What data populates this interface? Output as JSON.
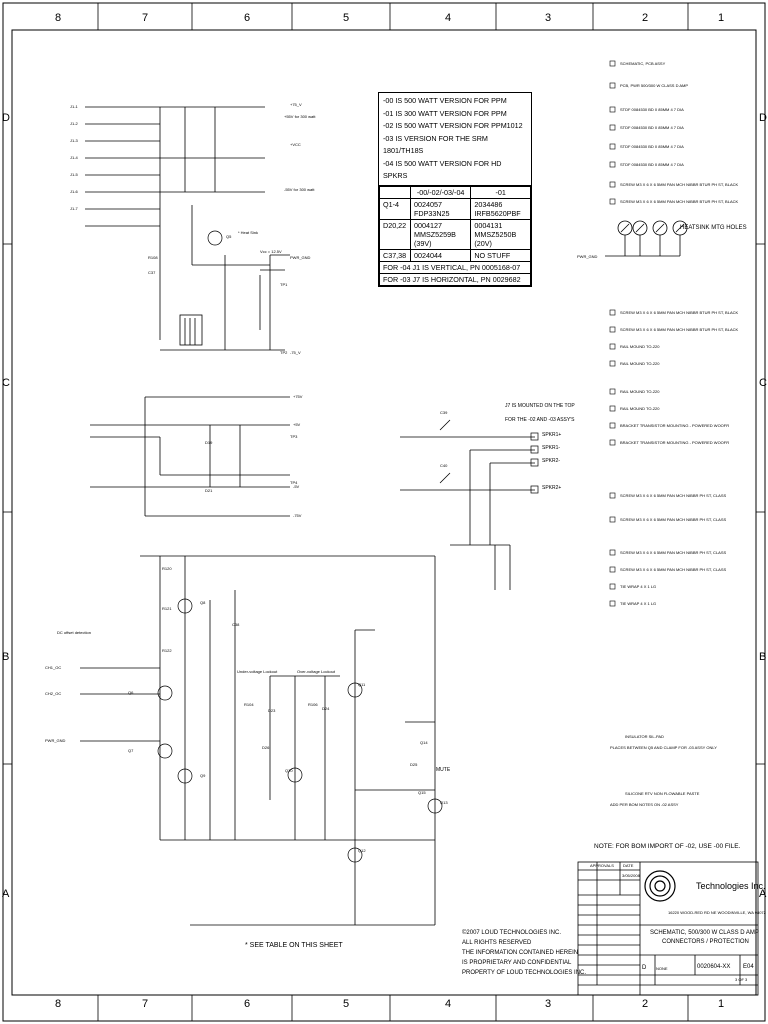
{
  "zones": {
    "columns": [
      "8",
      "7",
      "6",
      "5",
      "4",
      "3",
      "2",
      "1"
    ],
    "rows": [
      "D",
      "C",
      "B",
      "A"
    ]
  },
  "version_table": {
    "notes": [
      "-00 IS 500 WATT VERSION FOR PPM",
      "-01 IS 300 WATT VERSION FOR PPM",
      "-02 IS 500 WATT VERSION FOR PPM1012",
      "-03 IS VERSION FOR THE SRM 1801/TH18S",
      "-04 IS 500 WATT VERSION FOR HD SPKRS"
    ],
    "header": [
      "",
      "-00/-02/-03/-04",
      "-01"
    ],
    "rows": [
      {
        "ref": "Q1-4",
        "a1": "0024057",
        "a2": "FDP33N25",
        "b1": "2034486",
        "b2": "IRFB5620PBF"
      },
      {
        "ref": "D20,22",
        "a1": "0004127",
        "a2": "MMSZ5259B (39V)",
        "b1": "0004131",
        "b2": "MMSZ5250B (20V)"
      },
      {
        "ref": "C37,38",
        "a1": "0024044",
        "a2": "",
        "b1": "NO STUFF",
        "b2": ""
      }
    ],
    "footer": [
      "FOR -04 J1 IS VERTICAL, PN 0005168-07",
      "FOR -03 J7 IS HORIZONTAL, PN 0029682"
    ]
  },
  "labels": {
    "heatsink": "HEATSINK MTG HOLES",
    "j7_note": [
      "J7 IS MOUNTED ON THE TOP",
      "FOR THE -02 AND -03 ASSY'S"
    ],
    "spk": [
      "SPKR1+",
      "SPKR1-",
      "SPKR2-",
      "SPKR2+"
    ],
    "mute": "MUTE",
    "dc_offset": "DC offset detection",
    "under_voltage": "Under-voltage Lockout",
    "over_voltage": "Over-voltage Lockout",
    "heat_sink": "* Heat Sink",
    "vcc": "Vcc = 12.5V",
    "plus55": "+55V for 300 watt",
    "minus55": "-55V for 300 watt",
    "see_table": "* SEE TABLE ON THIS SHEET",
    "bom_note": "NOTE: FOR BOM IMPORT OF -02, USE -00 FILE.",
    "insulator": "INSULATOR SIL-PAD",
    "places_between": "PLACES BETWEEN Q5 AND CLAMP FOR -03 ASSY ONLY",
    "silicone": "SILICONE RTV NON FLOWABLE PASTE",
    "add_per": "ADD PER BOM NOTES ON -02 ASSY",
    "pwr_gnd": "PWR_GND"
  },
  "copyright": [
    "©2007 LOUD TECHNOLOGIES INC.",
    "ALL RIGHTS RESERVED",
    "THE INFORMATION CONTAINED HEREIN",
    "IS PROPRIETARY AND CONFIDENTIAL",
    "PROPERTY OF LOUD TECHNOLOGIES INC."
  ],
  "title_block": {
    "approvals": "APPROVALS",
    "date_label": "DATE",
    "date": "3/05/2008",
    "company": "Technologies Inc.",
    "address": "16220 WOOD-RED RD NE WOODINVILLE, WA 98072",
    "title_lines": [
      "SCHEMATIC, 500/300 W CLASS D AMP",
      "CONNECTORS / PROTECTION"
    ],
    "size": "D",
    "scale": "NONE",
    "dwg_no": "0020604-XX",
    "rev": "E04",
    "sheet": "3 OF 3"
  },
  "bom_items": [
    "SCHEMATIC, PCB ASSY",
    "PCB, PWR 500/300 W CLASS D AMP",
    "STDF 0084530 BD 0 85MM 4 7 DIA",
    "STDF 0084530 BD 0 85MM 4 7 DIA",
    "STDF 0084530 BD 0 85MM 4 7 DIA",
    "STDF 0084530 BD 0 85MM 4 7 DIA",
    "SCREW M3 X 6 X 6 5MM PAN MCH NIBBR BTUR PH ST, BLACK",
    "SCREW M3 X 6 X 6 5MM PAN MCH NIBBR BTUR PH ST, BLACK",
    "SCREW M3 X 6 X 6 5MM PAN MCH NIBBR BTUR PH ST, BLACK",
    "SCREW M3 X 6 X 6 5MM PAN MCH NIBBR BTUR PH ST, BLACK",
    "RAIL MOUND TO-220",
    "RAIL MOUND TO-220",
    "RAIL MOUND TO-220",
    "RAIL MOUND TO-220",
    "BRACKET TRANSISTOR MOUNTING - POWERED WOOFR",
    "BRACKET TRANSISTOR MOUNTING - POWERED WOOFR",
    "SCREW M3 X 6 X 6 5MM PAN MCH NIBBR PH ST, CLASS",
    "SCREW M3 X 6 X 6 5MM PAN MCH NIBBR PH ST, CLASS",
    "SCREW M3 X 6 X 6 5MM PAN MCH NIBBR PH ST, CLASS",
    "SCREW M3 X 6 X 6 5MM PAN MCH NIBBR PH ST, CLASS",
    "TIE WRAP 4 X 1 LG",
    "TIE WRAP 4 X 1 LG"
  ],
  "left_connectors": [
    "J1-1",
    "J1-2",
    "J1-3",
    "J1-4",
    "J1-5",
    "J1-6",
    "J1-7"
  ],
  "right_nets": [
    "+75_V",
    "+VCC",
    "PWR_GND",
    "-75_V"
  ],
  "rail_nets": [
    "+75V",
    "+5V",
    "-5V",
    "-75V"
  ],
  "inputs": [
    "CH1_OC",
    "CH2_OC",
    "PWR_GND"
  ],
  "components": [
    "Q5",
    "Q6",
    "Q7",
    "Q8",
    "Q9",
    "Q10",
    "Q11",
    "Q12",
    "Q13",
    "Q14",
    "Q15",
    "D19",
    "D21",
    "D23",
    "D24",
    "D25",
    "D26",
    "R104",
    "R106",
    "R108",
    "C37",
    "C38",
    "C39",
    "C40",
    "R120",
    "R121",
    "R122",
    "TP1",
    "TP2",
    "TP3",
    "TP4"
  ]
}
